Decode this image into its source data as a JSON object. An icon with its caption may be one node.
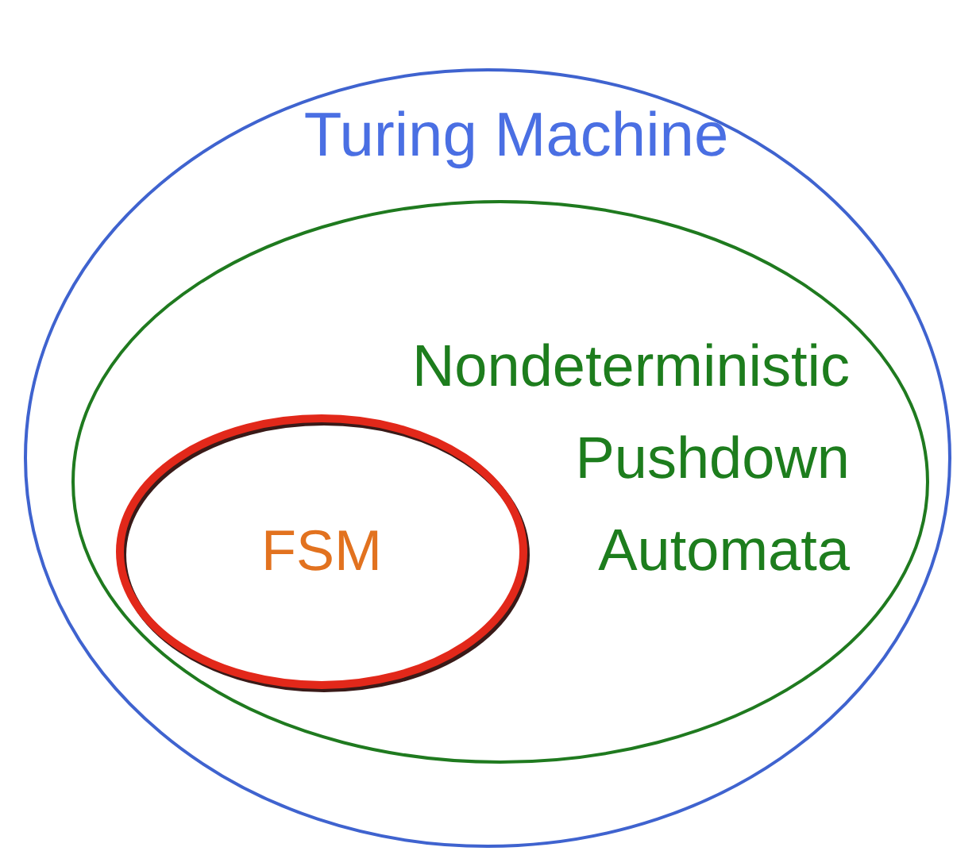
{
  "diagram": {
    "nodes": [
      {
        "text": [
          "Turing Machine"
        ]
      },
      {
        "text": [
          "Nondeterministic Pushdown Automata"
        ],
        "in": 0
      },
      {
        "text": [
          "FSM"
        ],
        "in": 1
      }
    ]
  }
}
